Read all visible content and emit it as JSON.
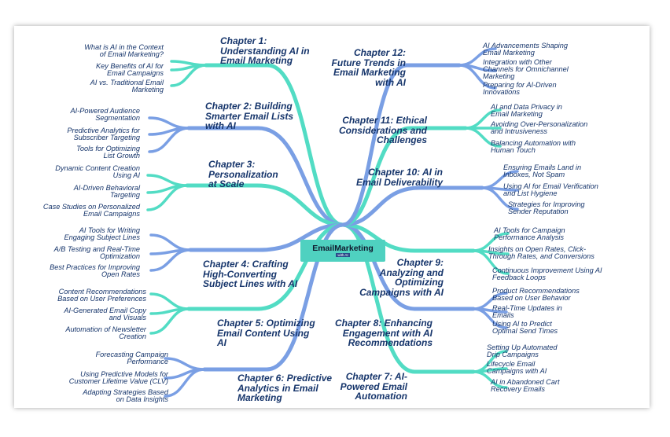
{
  "center": {
    "brand": "EmailMarketing",
    "tag": "with AI"
  },
  "chapters": [
    {
      "lines": [
        "Chapter 1:",
        "Understanding AI in",
        "Email Marketing"
      ],
      "leaves": [
        [
          "What is AI in the Context",
          "of Email Marketing?"
        ],
        [
          "Key Benefits of AI for",
          "Email Campaigns"
        ],
        [
          "AI vs. Traditional Email",
          "Marketing"
        ]
      ]
    },
    {
      "lines": [
        "Chapter 2: Building",
        "Smarter Email Lists",
        "with AI"
      ],
      "leaves": [
        [
          "AI-Powered Audience",
          "Segmentation"
        ],
        [
          "Predictive Analytics for",
          "Subscriber Targeting"
        ],
        [
          "Tools for Optimizing",
          "List Growth"
        ]
      ]
    },
    {
      "lines": [
        "Chapter 3:",
        "Personalization",
        "at Scale"
      ],
      "leaves": [
        [
          "Dynamic Content Creation",
          "Using AI"
        ],
        [
          "AI-Driven Behavioral",
          "Targeting"
        ],
        [
          "Case Studies on Personalized",
          "Email Campaigns"
        ]
      ]
    },
    {
      "lines": [
        "Chapter 4: Crafting",
        "High-Converting",
        "Subject Lines with AI"
      ],
      "leaves": [
        [
          "AI Tools for Writing",
          "Engaging Subject Lines"
        ],
        [
          "A/B Testing and Real-Time",
          "Optimization"
        ],
        [
          "Best Practices for Improving",
          "Open Rates"
        ]
      ]
    },
    {
      "lines": [
        "Chapter 5: Optimizing",
        "Email Content Using",
        "AI"
      ],
      "leaves": [
        [
          "Content Recommendations",
          "Based on User Preferences"
        ],
        [
          "AI-Generated Email Copy",
          "and Visuals"
        ],
        [
          "Automation of Newsletter",
          "Creation"
        ]
      ]
    },
    {
      "lines": [
        "Chapter 6: Predictive",
        "Analytics in Email",
        "Marketing"
      ],
      "leaves": [
        [
          "Forecasting Campaign",
          "Performance"
        ],
        [
          "Using Predictive Models for",
          "Customer Lifetime Value (CLV)"
        ],
        [
          "Adapting Strategies Based",
          "on Data Insights"
        ]
      ]
    },
    {
      "lines": [
        "Chapter 7: AI-",
        "Powered Email",
        "Automation"
      ],
      "leaves": [
        [
          "Setting Up Automated",
          "Drip Campaigns"
        ],
        [
          "Lifecycle Email",
          "Campaigns with AI"
        ],
        [
          "AI in Abandoned Cart",
          "Recovery Emails"
        ]
      ]
    },
    {
      "lines": [
        "Chapter 8: Enhancing",
        "Engagement with AI",
        "Recommendations"
      ],
      "leaves": [
        [
          "Product Recommendations",
          "Based on User Behavior"
        ],
        [
          "Real-Time Updates in",
          "Emails"
        ],
        [
          "Using AI to Predict",
          "Optimal Send Times"
        ]
      ]
    },
    {
      "lines": [
        "Chapter 9:",
        "Analyzing and",
        "Optimizing",
        "Campaigns with AI"
      ],
      "leaves": [
        [
          "AI Tools for Campaign",
          "Performance Analysis"
        ],
        [
          "Insights on Open Rates, Click-",
          "Through Rates, and Conversions"
        ],
        [
          "Continuous Improvement Using AI",
          "Feedback Loops"
        ]
      ]
    },
    {
      "lines": [
        "Chapter 10: AI in",
        "Email Deliverability"
      ],
      "leaves": [
        [
          "Ensuring Emails Land in",
          "Inboxes, Not Spam"
        ],
        [
          "Using AI for Email Verification",
          "and List Hygiene"
        ],
        [
          "Strategies for Improving",
          "Sender Reputation"
        ]
      ]
    },
    {
      "lines": [
        "Chapter 11: Ethical",
        "Considerations and",
        "Challenges"
      ],
      "leaves": [
        [
          "AI and Data Privacy in",
          "Email Marketing"
        ],
        [
          "Avoiding Over-Personalization",
          "and Intrusiveness"
        ],
        [
          "Balancing Automation with",
          "Human Touch"
        ]
      ]
    },
    {
      "lines": [
        "Chapter 12:",
        "Future Trends in",
        "Email Marketing",
        "with AI"
      ],
      "leaves": [
        [
          "AI Advancements Shaping",
          "Email Marketing"
        ],
        [
          "Integration with Other",
          "Channels for Omnichannel",
          "Marketing"
        ],
        [
          "Preparing for AI-Driven",
          "Innovations"
        ]
      ]
    }
  ],
  "colors": {
    "teal": "#52dcc4",
    "blue": "#7a9fe4",
    "text": "#16356b"
  }
}
